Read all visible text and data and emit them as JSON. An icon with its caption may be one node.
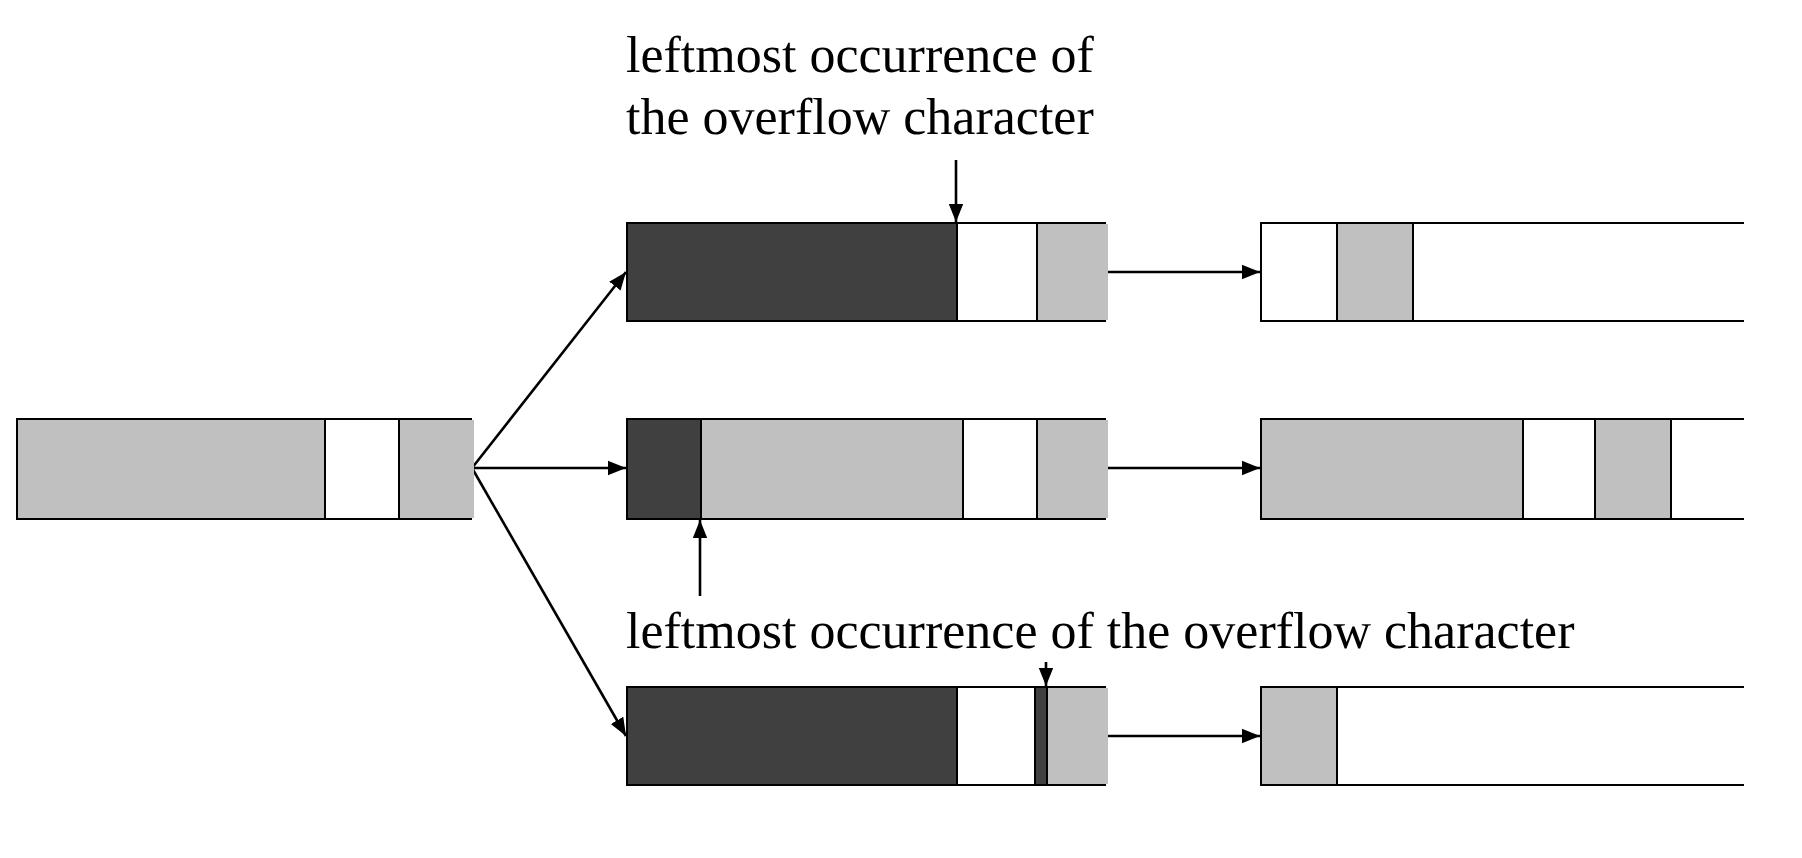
{
  "diagram": {
    "nodes": [
      {
        "text": [
          "leftmost occurrence of the overflow character"
        ]
      },
      {
        "text": [],
        "shape": "bar"
      },
      {
        "text": [],
        "shape": "bar"
      },
      {
        "text": [],
        "shape": "bar"
      },
      {
        "text": [],
        "shape": "bar"
      },
      {
        "text": [],
        "shape": "bar"
      },
      {
        "text": [
          "leftmost occurrence of the overflow character"
        ]
      },
      {
        "text": [],
        "shape": "bar"
      },
      {
        "text": [],
        "shape": "bar"
      }
    ],
    "edges": [
      {
        "from": 3,
        "to": 1,
        "arrow": "to"
      },
      {
        "from": 3,
        "to": 4,
        "arrow": "to"
      },
      {
        "from": 3,
        "to": 7,
        "arrow": "to"
      },
      {
        "from": 1,
        "to": 2,
        "arrow": "to"
      },
      {
        "from": 4,
        "to": 5,
        "arrow": "to"
      },
      {
        "from": 7,
        "to": 8,
        "arrow": "to"
      },
      {
        "from": 0,
        "to": 1,
        "arrow": "to"
      },
      {
        "from": 6,
        "to": 4,
        "arrow": "to"
      },
      {
        "from": 6,
        "to": 7,
        "arrow": "to"
      }
    ]
  }
}
